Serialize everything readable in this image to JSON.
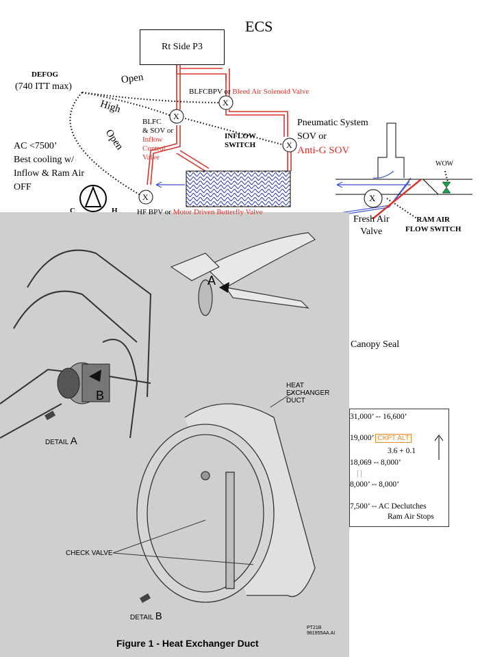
{
  "title": "ECS",
  "labels": {
    "rt_side_p3": "Rt Side P3",
    "defog": "DEFOG",
    "defog_limit": "(740 ITT max)",
    "open_top": "Open",
    "high": "High",
    "open_left": "Open",
    "blfcbpv": "BLFCBPV",
    "or1": "or",
    "bleed_air_solenoid": "Bleed Air Solenoid Valve",
    "blfc_sov": "BLFC",
    "blfc_sov_2": "& SOV or",
    "inflow_control": "Inflow",
    "inflow_control_2": "Control",
    "inflow_control_3": "Valve",
    "inflow_switch": "INFLOW",
    "inflow_switch_2": "SWITCH",
    "pneumatic": "Pneumatic System",
    "pneumatic_2": "SOV or",
    "anti_g": "Anti-G SOV",
    "ac_note": "AC <7500’",
    "ac_note_2": "Best cooling w/",
    "ac_note_3": "Inflow & Ram Air",
    "ac_note_4": "OFF",
    "c": "C",
    "h": "H",
    "hf_bpv": "HF BPV",
    "or2": "or",
    "motor_driven": "Motor Driven Butterfly Valve",
    "wow": "WOW",
    "fresh_air": "Fresh Air",
    "fresh_air_2": "Valve",
    "ram_air_switch": "RAM AIR",
    "ram_air_switch_2": "FLOW SWITCH",
    "canopy_seal": "Canopy Seal",
    "valve_x": "X"
  },
  "altitude_table": {
    "line1": "31,000’ -- 16,600’",
    "line2": "19,000’",
    "ckpt_alt": "CKPT ALT",
    "line3": "3.6 + 0.1",
    "line4": "18,069 -- 8,000’",
    "line5": "|                |",
    "line6": "8,000’ -- 8,000’",
    "line7": "7,500’ -- AC Declutches",
    "line8": "Ram Air Stops"
  },
  "figure": {
    "caption": "Figure 1 - Heat Exchanger Duct",
    "heat_exchanger_duct": "HEAT",
    "heat_exchanger_duct_2": "EXCHANGER",
    "heat_exchanger_duct_3": "DUCT",
    "check_valve": "CHECK VALVE",
    "detail_a": "DETAIL",
    "detail_a_letter": "A",
    "detail_b": "DETAIL",
    "detail_b_letter": "B",
    "callout_a": "A",
    "callout_b": "B",
    "part_no": "PT21B",
    "part_no_2": "981955AA.AI"
  },
  "colors": {
    "red": "#d9332a",
    "blue": "#3a4fd6",
    "green": "#1aa14a"
  }
}
